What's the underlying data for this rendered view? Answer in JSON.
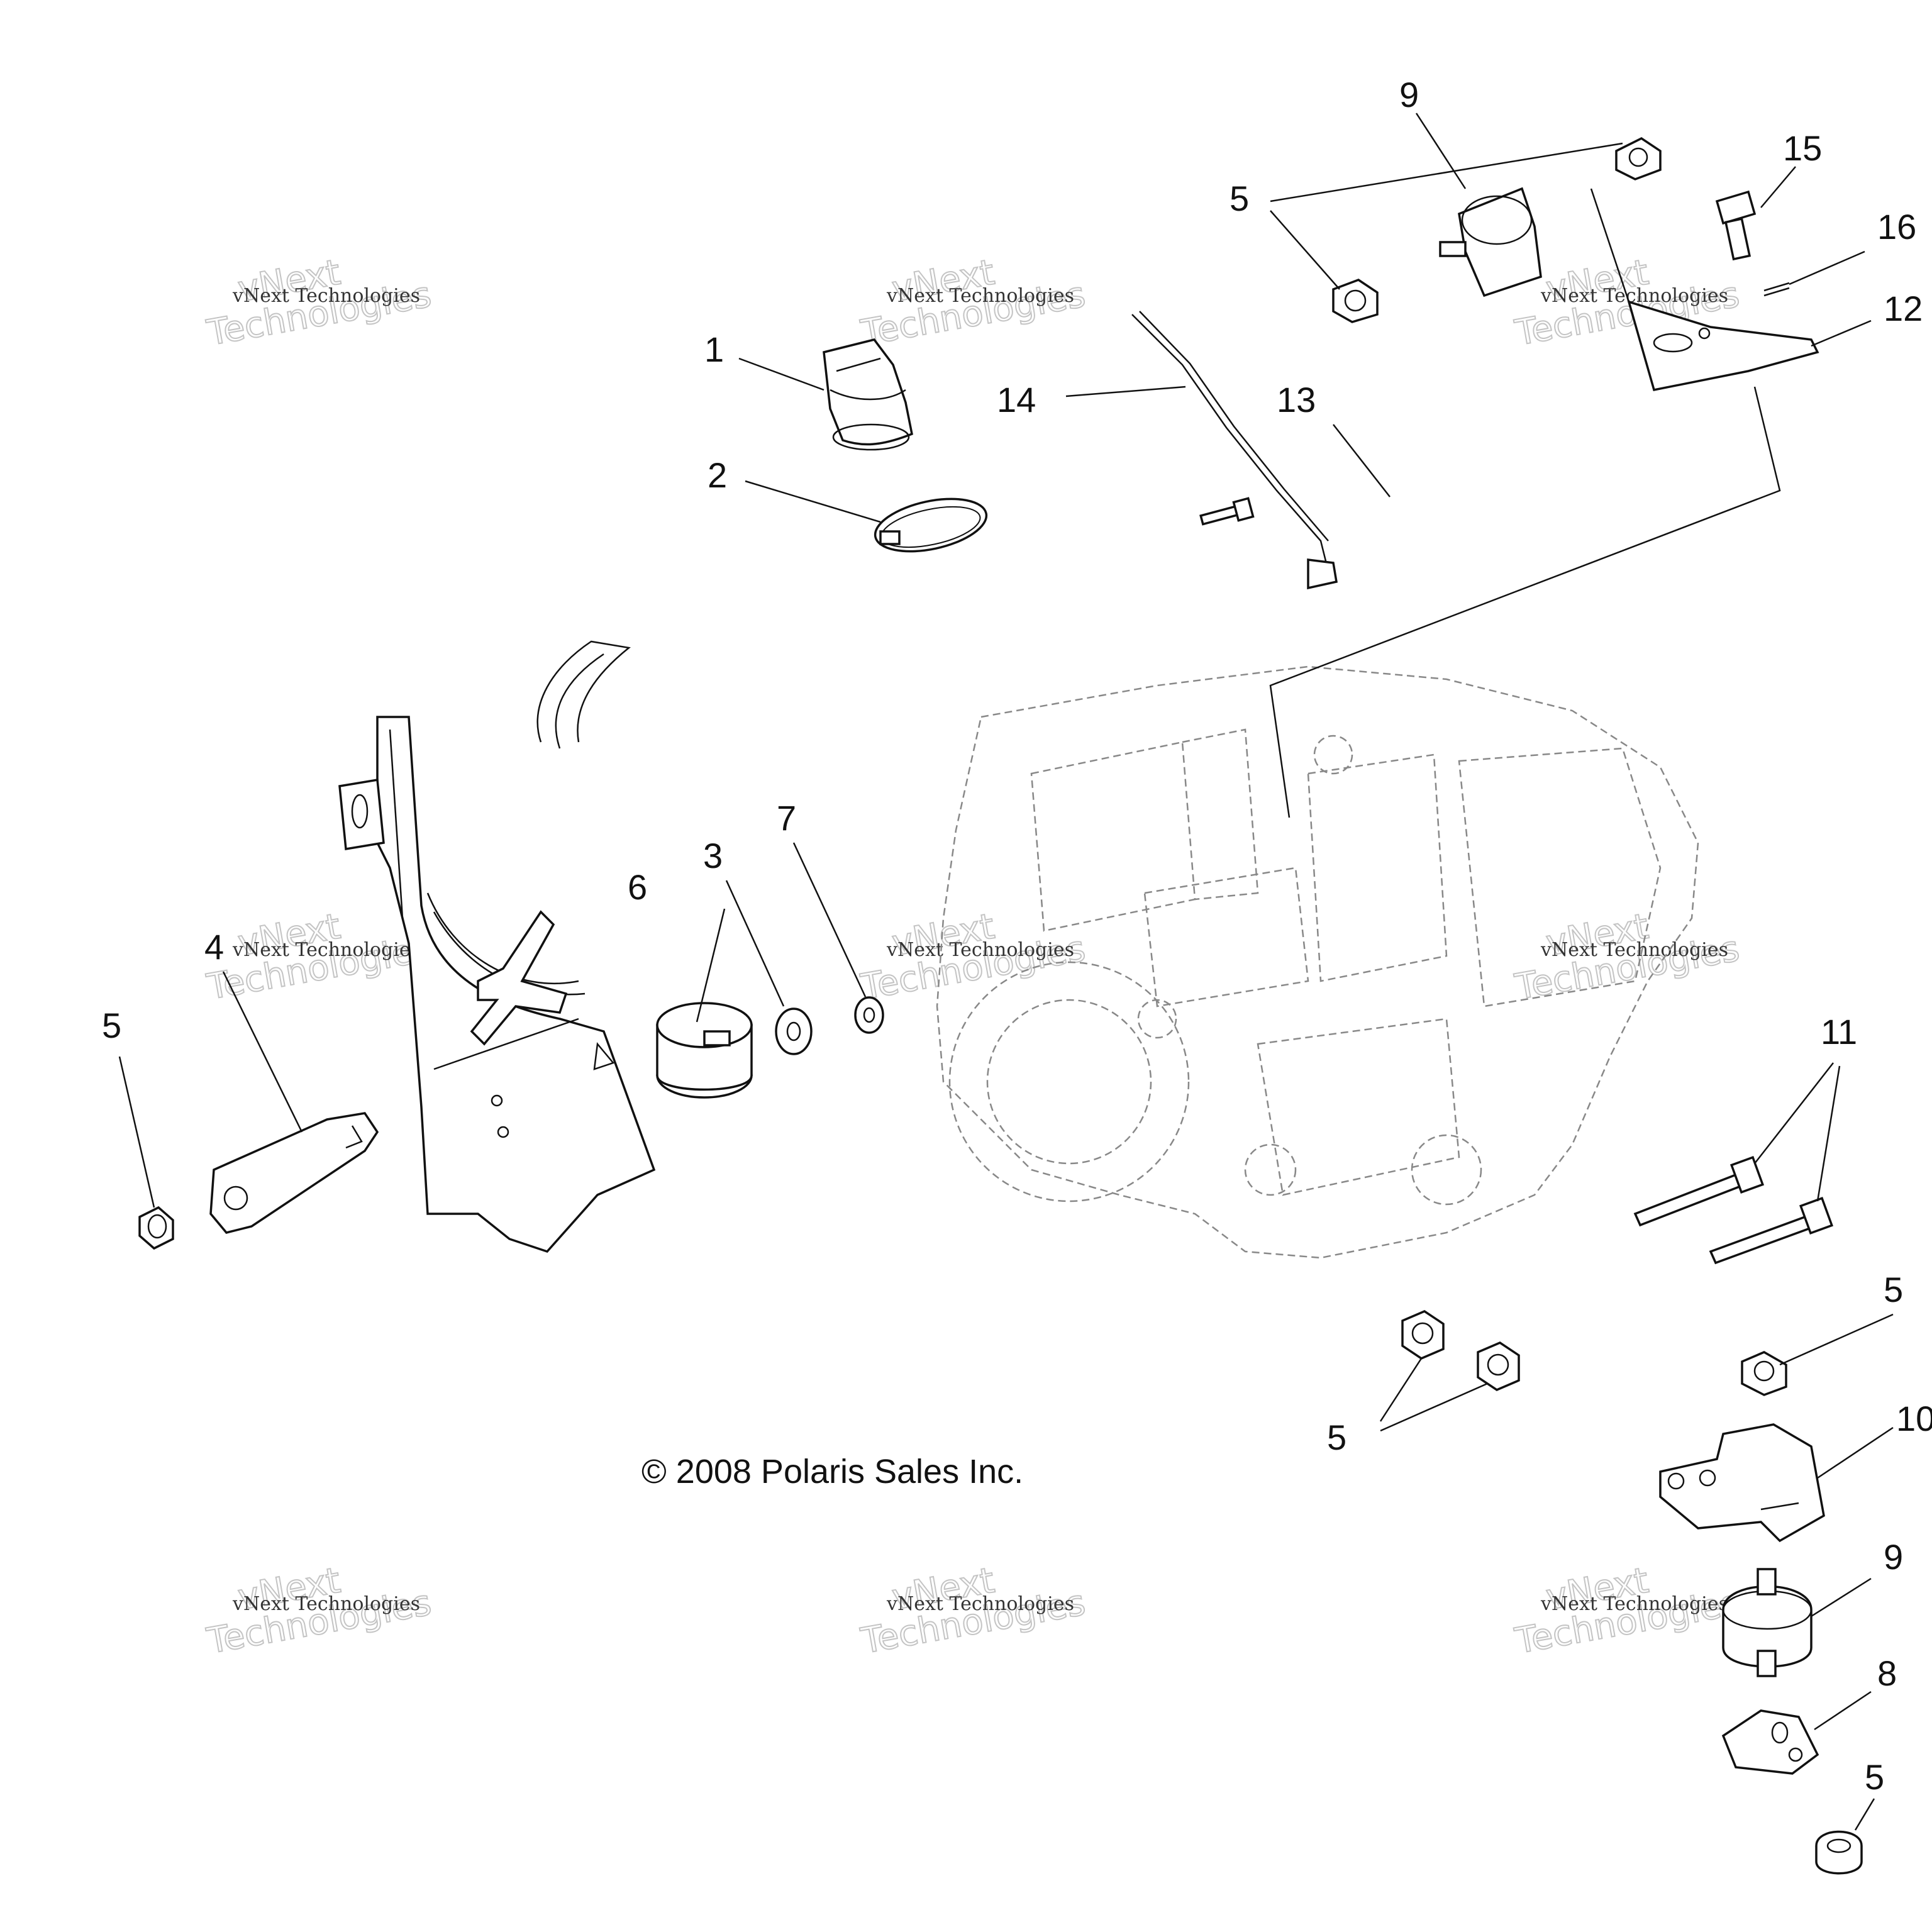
{
  "copyright": "© 2008 Polaris Sales Inc.",
  "watermark": {
    "line1": "vNext Technologies",
    "line2": "vNext",
    "line3": "Technologies"
  },
  "callouts": [
    {
      "id": "c1",
      "text": "1"
    },
    {
      "id": "c2",
      "text": "2"
    },
    {
      "id": "c3",
      "text": "3"
    },
    {
      "id": "c4",
      "text": "4"
    },
    {
      "id": "c5a",
      "text": "5"
    },
    {
      "id": "c5b",
      "text": "5"
    },
    {
      "id": "c5c",
      "text": "5"
    },
    {
      "id": "c5d",
      "text": "5"
    },
    {
      "id": "c5e",
      "text": "5"
    },
    {
      "id": "c6",
      "text": "6"
    },
    {
      "id": "c7",
      "text": "7"
    },
    {
      "id": "c8",
      "text": "8"
    },
    {
      "id": "c9a",
      "text": "9"
    },
    {
      "id": "c9b",
      "text": "9"
    },
    {
      "id": "c10",
      "text": "10"
    },
    {
      "id": "c11",
      "text": "11"
    },
    {
      "id": "c12",
      "text": "12"
    },
    {
      "id": "c13",
      "text": "13"
    },
    {
      "id": "c14",
      "text": "14"
    },
    {
      "id": "c15",
      "text": "15"
    },
    {
      "id": "c16",
      "text": "16"
    }
  ]
}
